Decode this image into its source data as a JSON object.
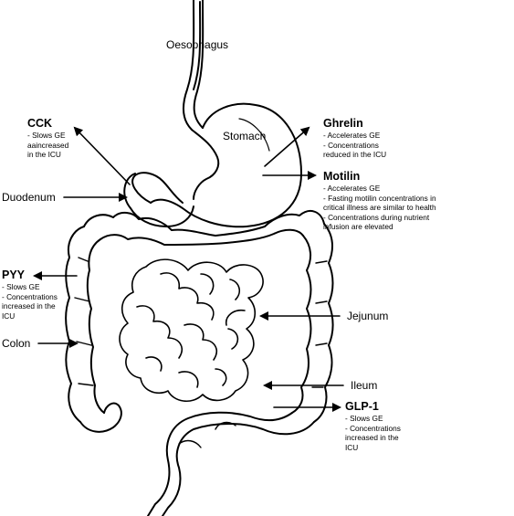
{
  "organs": {
    "oesophagus": "Oesophagus",
    "stomach": "Stomach",
    "duodenum": "Duodenum",
    "jejunum": "Jejunum",
    "colon": "Colon",
    "ileum": "Ileum"
  },
  "hormones": {
    "cck": {
      "name": "CCK",
      "notes": [
        "- Slows GE",
        "aaincreased",
        "in the ICU"
      ]
    },
    "ghrelin": {
      "name": "Ghrelin",
      "notes": [
        "- Accelerates GE",
        "- Concentrations",
        "reduced in the ICU"
      ]
    },
    "motilin": {
      "name": "Motilin",
      "notes": [
        "- Accelerates GE",
        "- Fasting motilin concentrations in",
        "critical illness are similar to health",
        "- Concentrations during nutrient",
        "infusion are elevated"
      ]
    },
    "pyy": {
      "name": "PYY",
      "notes": [
        "- Slows GE",
        "- Concentrations",
        "increased in the",
        "ICU"
      ]
    },
    "glp1": {
      "name": "GLP-1",
      "notes": [
        "- Slows GE",
        "- Concentrations",
        "increased in the",
        "ICU"
      ]
    }
  }
}
